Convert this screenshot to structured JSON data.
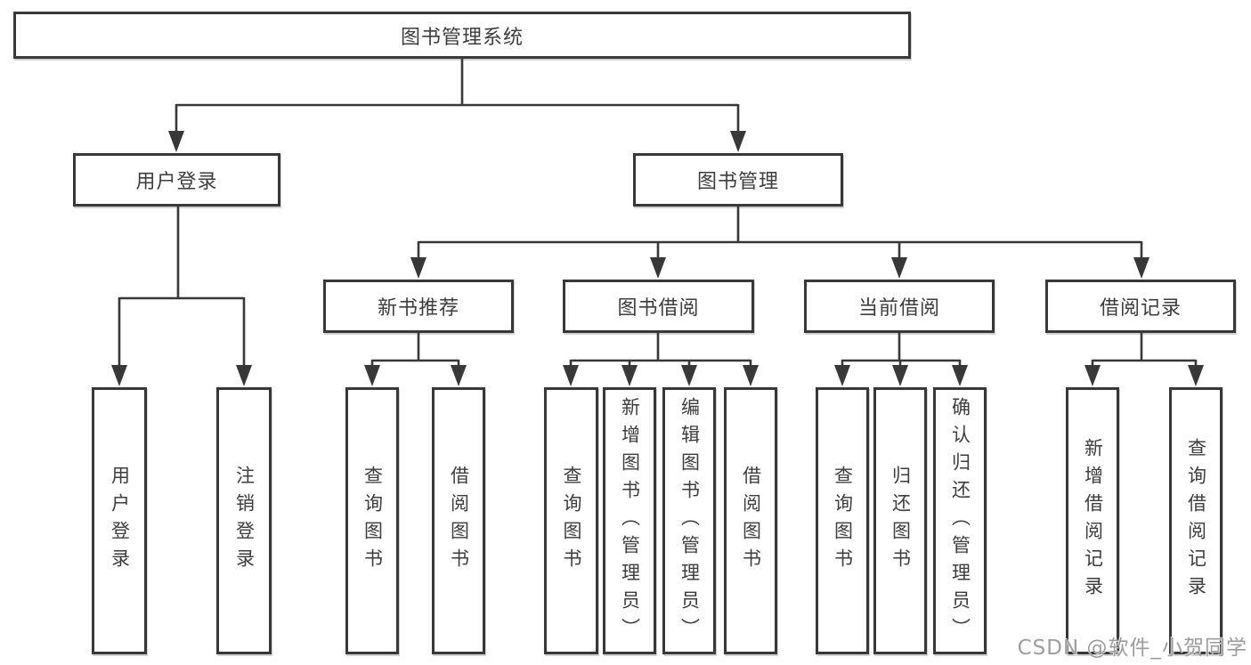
{
  "diagram": {
    "root": {
      "label": "图书管理系统"
    },
    "branches": [
      {
        "label": "用户登录",
        "children": [
          {
            "label": "用户登录"
          },
          {
            "label": "注销登录"
          }
        ]
      },
      {
        "label": "图书管理",
        "children": [
          {
            "label": "新书推荐",
            "children": [
              {
                "label": "查询图书"
              },
              {
                "label": "借阅图书"
              }
            ]
          },
          {
            "label": "图书借阅",
            "children": [
              {
                "label": "查询图书"
              },
              {
                "label": "新增图书（管理员）"
              },
              {
                "label": "编辑图书（管理员）"
              },
              {
                "label": "借阅图书"
              }
            ]
          },
          {
            "label": "当前借阅",
            "children": [
              {
                "label": "查询图书"
              },
              {
                "label": "归还图书"
              },
              {
                "label": "确认归还（管理员）"
              }
            ]
          },
          {
            "label": "借阅记录",
            "children": [
              {
                "label": "新增借阅记录"
              },
              {
                "label": "查询借阅记录"
              }
            ]
          }
        ]
      }
    ]
  },
  "watermark": {
    "text": "CSDN @软件_小贺同学"
  },
  "colors": {
    "line": "#383838",
    "text": "#3d3d3d",
    "watermark": "#9d9d9d",
    "background": "#ffffff"
  }
}
